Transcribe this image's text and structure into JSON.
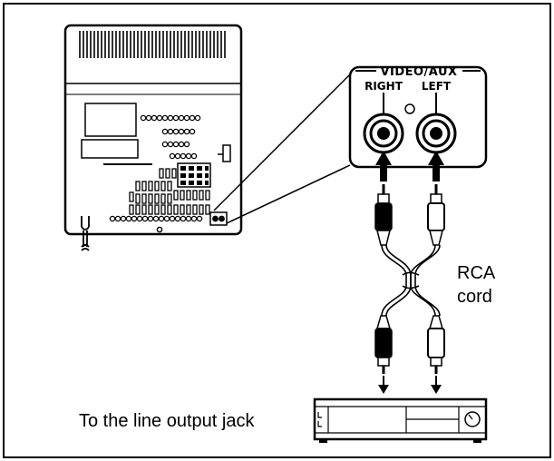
{
  "panel_labels": {
    "title": "VIDEO/AUX",
    "right": "RIGHT",
    "left": "LEFT"
  },
  "cable": {
    "label_line1": "RCA",
    "label_line2": "cord"
  },
  "device": {
    "caption": "To the line output jack"
  },
  "colors": {
    "line": "#000000",
    "background": "#ffffff",
    "panel_fill": "#ffffff",
    "plug_dark": "#000000",
    "plug_light": "#ffffff"
  }
}
